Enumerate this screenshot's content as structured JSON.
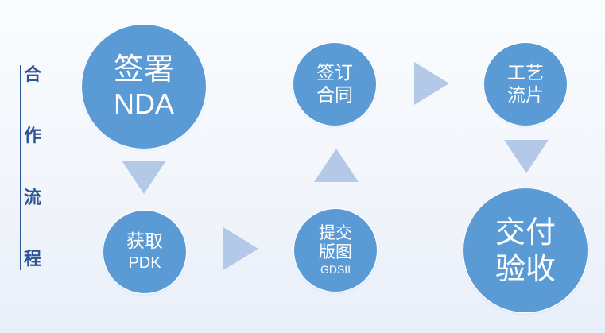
{
  "side_title": [
    "合",
    "作",
    "流",
    "程"
  ],
  "steps": {
    "nda": {
      "line1": "签署",
      "line2": "NDA"
    },
    "pdk": {
      "line1": "获取",
      "line2": "PDK"
    },
    "gds": {
      "line1": "提交",
      "line2": "版图",
      "line3": "GDSII"
    },
    "contract": {
      "line1": "签订",
      "line2": "合同"
    },
    "tapeout": {
      "line1": "工艺",
      "line2": "流片"
    },
    "delivery": {
      "line1": "交付",
      "line2": "验收"
    }
  },
  "colors": {
    "circle": "#5b9bd5",
    "arrow": "#b4c9e7",
    "title": "#2e5597"
  }
}
